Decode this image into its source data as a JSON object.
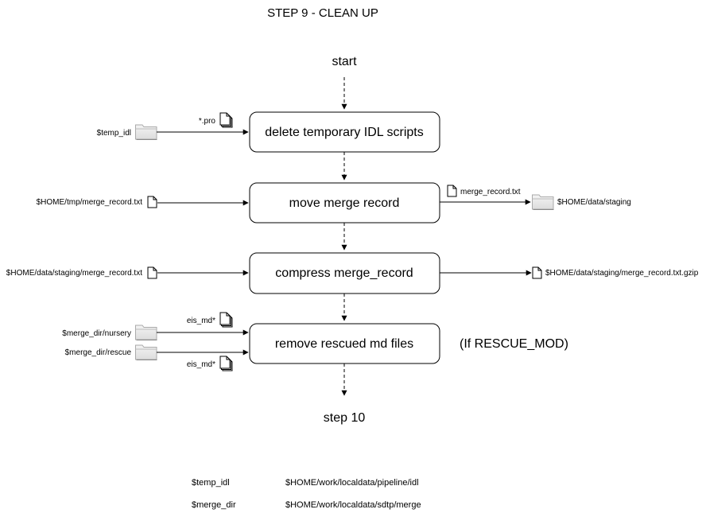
{
  "title": "STEP 9 - CLEAN UP",
  "start_label": "start",
  "end_label": "step 10",
  "steps": [
    {
      "label": "delete temporary IDL scripts",
      "inputs": [
        {
          "source": "$temp_idl",
          "kind": "folder",
          "file": "*.pro",
          "file_kind": "file-stack"
        }
      ]
    },
    {
      "label": "move merge record",
      "inputs": [
        {
          "source": "$HOME/tmp/merge_record.txt",
          "kind": "file"
        }
      ],
      "output": {
        "target": "$HOME/data/staging",
        "kind": "folder",
        "file": "merge_record.txt"
      }
    },
    {
      "label": "compress merge_record",
      "inputs": [
        {
          "source": "$HOME/data/staging/merge_record.txt",
          "kind": "file"
        }
      ],
      "output": {
        "target": "$HOME/data/staging/merge_record.txt.gzip",
        "kind": "file"
      }
    },
    {
      "label": "remove rescued md files",
      "note": "(If RESCUE_MOD)",
      "inputs": [
        {
          "source": "$merge_dir/nursery",
          "kind": "folder",
          "file": "eis_md*",
          "file_kind": "file-stack"
        },
        {
          "source": "$merge_dir/rescue",
          "kind": "folder",
          "file": "eis_md*",
          "file_kind": "file-stack"
        }
      ]
    }
  ],
  "legend": [
    {
      "name": "$temp_idl",
      "value": "$HOME/work/localdata/pipeline/idl"
    },
    {
      "name": "$merge_dir",
      "value": "$HOME/work/localdata/sdtp/merge"
    }
  ]
}
